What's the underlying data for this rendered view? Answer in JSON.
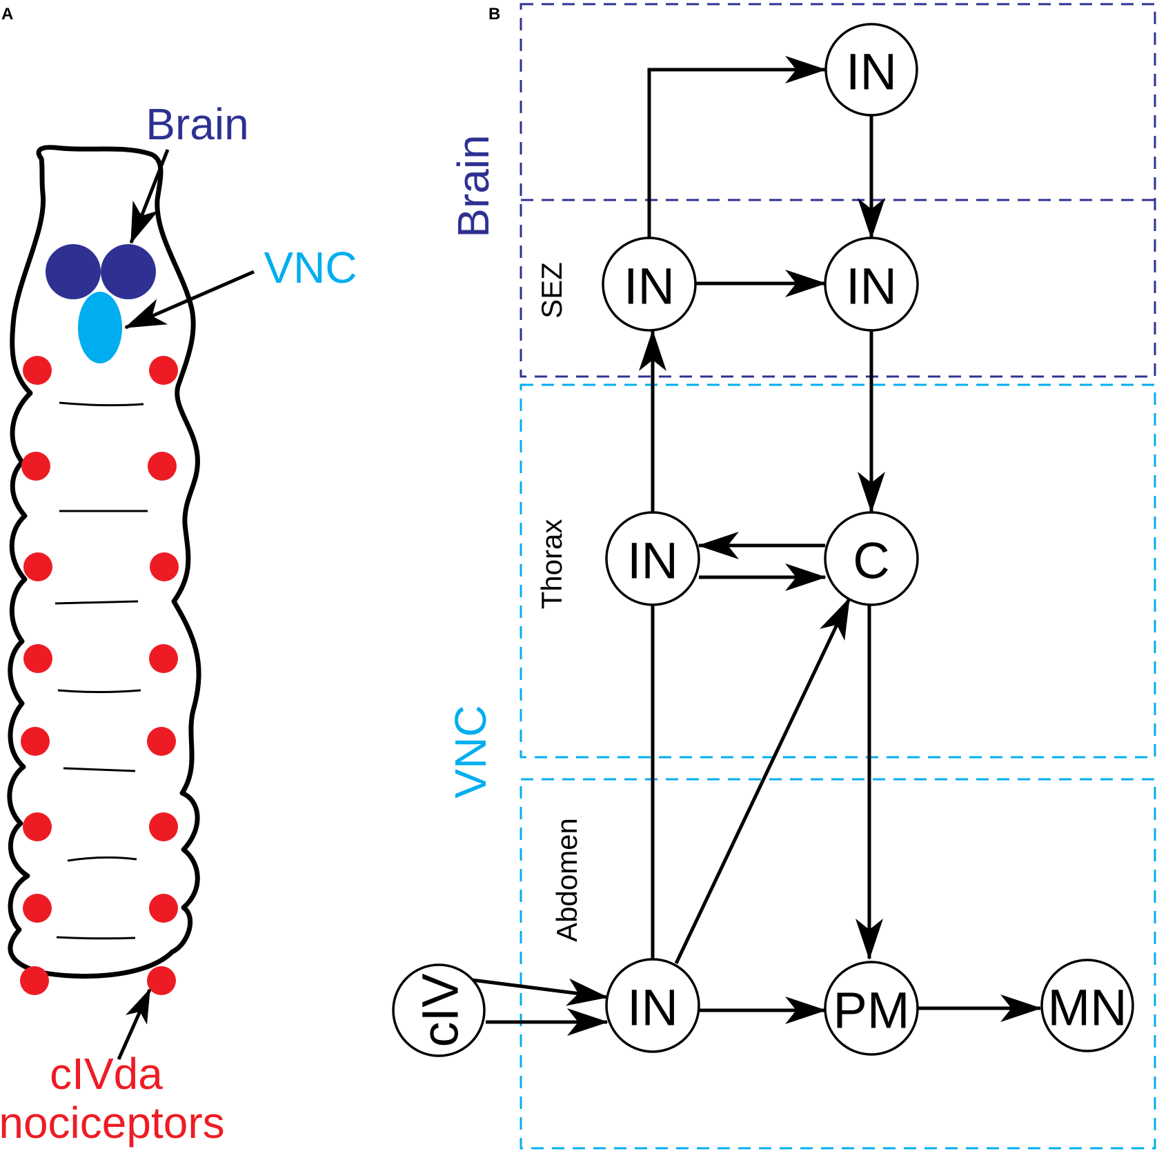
{
  "panel_a": {
    "letter": "A",
    "label_brain": "Brain",
    "label_vnc": "VNC",
    "label_neurons_line1": "cIVda",
    "label_neurons_line2": "nociceptors"
  },
  "panel_b": {
    "letter": "B",
    "label_brain": "Brain",
    "label_vnc": "VNC",
    "region_sez": "SEZ",
    "region_thorax": "Thorax",
    "region_abdomen": "Abdomen",
    "nodes": {
      "brain_in": "IN",
      "sez_in_left": "IN",
      "sez_in_right": "IN",
      "thorax_in": "IN",
      "thorax_c": "C",
      "civ": "cIV",
      "abd_in": "IN",
      "pm": "PM",
      "mn": "MN"
    }
  },
  "colors": {
    "brain": "#2e3192",
    "vnc": "#00aeef",
    "nociceptor": "#ed1c24",
    "line": "#000000"
  }
}
